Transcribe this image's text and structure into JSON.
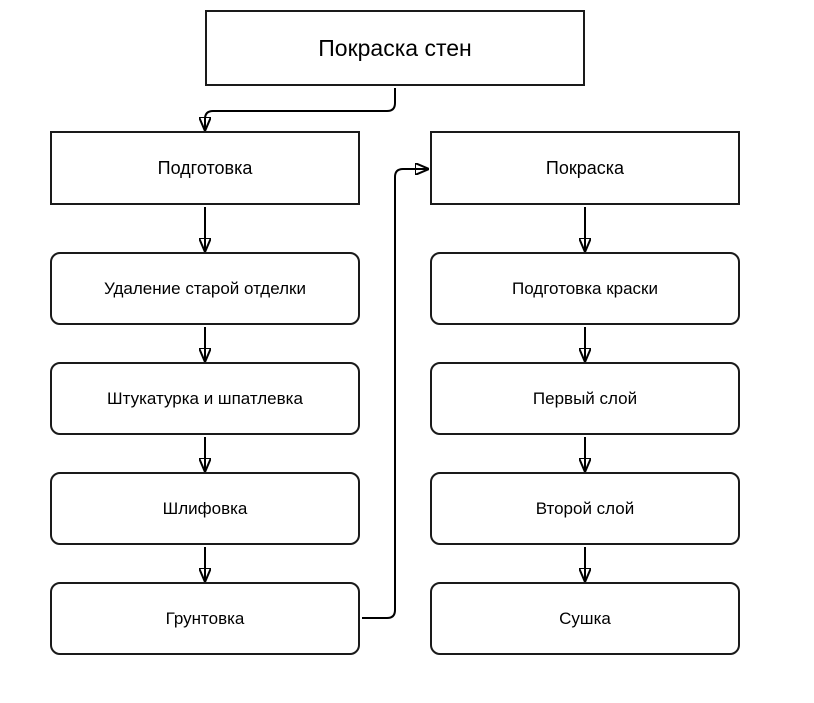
{
  "flow": {
    "title": "Покраска стен",
    "left_column": {
      "header": "Подготовка",
      "steps": [
        "Удаление старой отделки",
        "Штукатурка и шпатлевка",
        "Шлифовка",
        "Грунтовка"
      ]
    },
    "right_column": {
      "header": "Покраска",
      "steps": [
        "Подготовка краски",
        "Первый слой",
        "Второй слой",
        "Сушка"
      ]
    },
    "edges": [
      "Покраска стен → Подготовка",
      "Подготовка → Удаление старой отделки",
      "Удаление старой отделки → Штукатурка и шпатлевка",
      "Штукатурка и шпатлевка → Шлифовка",
      "Шлифовка → Грунтовка",
      "Грунтовка → Покраска",
      "Покраска → Подготовка краски",
      "Подготовка краски → Первый слой",
      "Первый слой → Второй слой",
      "Второй слой → Сушка"
    ]
  },
  "colors": {
    "background": "#ffffff",
    "box_fill": "#ffffff",
    "box_stroke": "#1a1a1a",
    "connector": "#000000",
    "text": "#000000"
  }
}
